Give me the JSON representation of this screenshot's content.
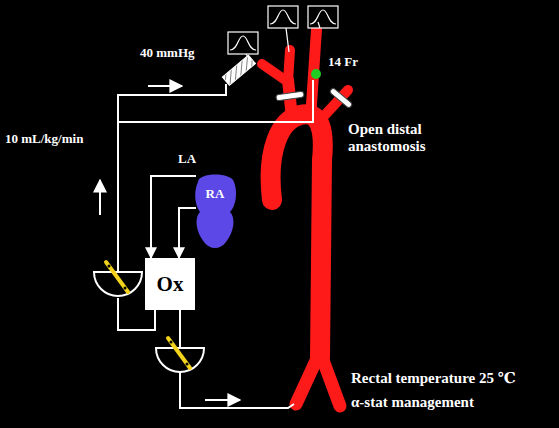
{
  "diagram": {
    "nodes": [
      {
        "text": [
          "LA",
          "RA"
        ]
      },
      {
        "text": [
          "Ox"
        ]
      }
    ],
    "edges": [
      {
        "from": 0,
        "to": 1,
        "arrow": "to"
      },
      {
        "from": 0,
        "to": 1,
        "arrow": "to"
      }
    ],
    "labels": [
      "40 mmHg",
      "14 Fr",
      "Open distal anastomosis",
      "10 mL/kg/min",
      "Rectal temperature 25 ℃",
      "α-stat management"
    ]
  }
}
